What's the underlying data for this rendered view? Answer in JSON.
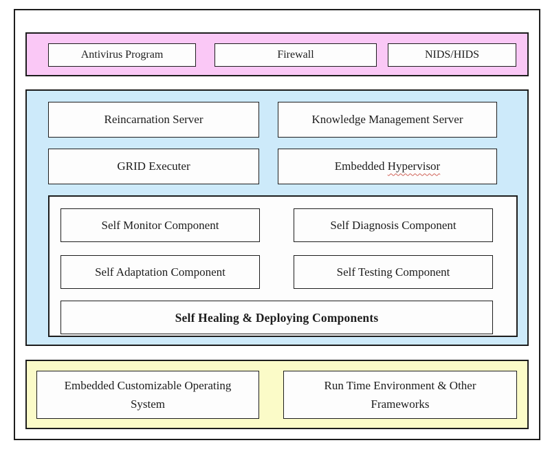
{
  "colors": {
    "security_band": "#fac8f6",
    "middleware_band": "#cdeafa",
    "platform_band": "#fbfbc8",
    "border": "#1c1c1c",
    "box_background": "#fdfdfd",
    "spellcheck_underline": "#d06055"
  },
  "diagram": {
    "security_layer": {
      "antivirus": "Antivirus Program",
      "firewall": "Firewall",
      "nids_hids": "NIDS/HIDS"
    },
    "middleware_layer": {
      "reincarnation_server": "Reincarnation Server",
      "knowledge_management_server": "Knowledge Management Server",
      "grid_executer": "GRID Executer",
      "embedded_hypervisor_prefix": "Embedded",
      "embedded_hypervisor_word": "Hypervisor",
      "self_components": {
        "self_monitor": "Self Monitor Component",
        "self_diagnosis": "Self Diagnosis Component",
        "self_adaptation": "Self Adaptation Component",
        "self_testing": "Self Testing Component",
        "self_healing": "Self Healing & Deploying Components"
      }
    },
    "platform_layer": {
      "operating_system": "Embedded Customizable Operating System",
      "runtime": "Run Time Environment & Other Frameworks"
    }
  }
}
